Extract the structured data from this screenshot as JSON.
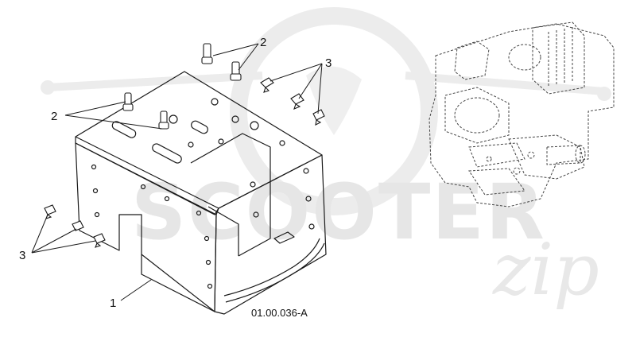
{
  "drawing": {
    "code": "01.00.036-A"
  },
  "callouts": [
    {
      "id": "1",
      "label": "1"
    },
    {
      "id": "2a",
      "label": "2"
    },
    {
      "id": "2b",
      "label": "2"
    },
    {
      "id": "3a",
      "label": "3"
    },
    {
      "id": "3b",
      "label": "3"
    }
  ],
  "watermark": {
    "brand": "SCOOTER",
    "script": "zip",
    "color": "#e6e6e6"
  },
  "colors": {
    "line": "#1a1a1a",
    "hidden_line": "#444444",
    "background": "#ffffff"
  }
}
